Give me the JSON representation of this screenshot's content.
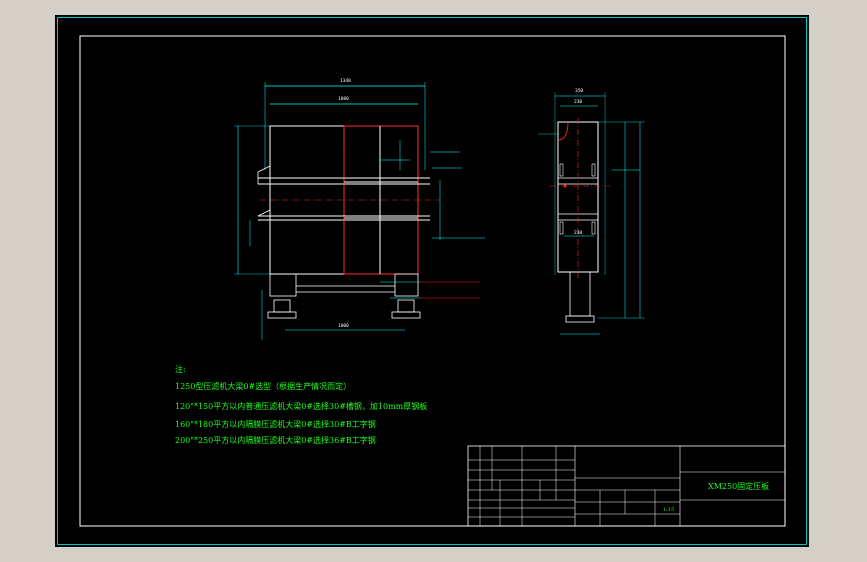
{
  "notes": {
    "header": "注:",
    "lines": [
      "1250型压滤机大梁0#选型（根据生产情况而定）",
      "120\"*150平方以内普通压滤机大梁0#选择30#槽钢，加10mm厚钢板",
      "160\"*180平方以内隔膜压滤机大梁0#选择30#B工字钢",
      "200\"*250平方以内隔膜压滤机大梁0#选择36#B工字钢"
    ]
  },
  "title_block": {
    "drawing_title": "XM250固定压板",
    "scale": "1:15"
  },
  "dimensions": {
    "front_top": "1340",
    "front_second": "1080",
    "front_bottom": "1000",
    "side_top": "350",
    "side_second": "230",
    "side_lower": "230"
  },
  "colors": {
    "background": "#000000",
    "frame": "#00c8c8",
    "text": "#1eff1e",
    "outline": "#ffffff",
    "axis": "#ff2020",
    "dim": "#00ffff"
  }
}
